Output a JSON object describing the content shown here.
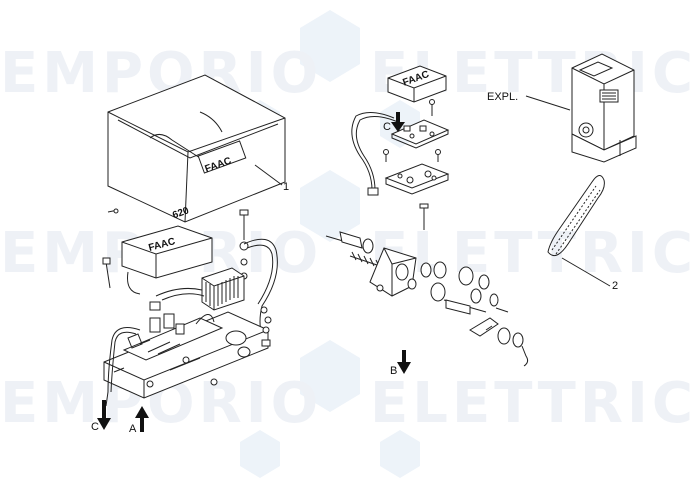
{
  "watermark": {
    "left_word": "EMPORIO",
    "right_word": "ELETTRICO"
  },
  "brand": {
    "logo_text": "FAAC",
    "model_text": "620"
  },
  "labels": {
    "part_1": "1",
    "part_2": "2",
    "exploded": "EXPL.",
    "arrow_a": "A",
    "arrow_b": "B",
    "arrow_c_left": "C",
    "arrow_c_top": "C"
  }
}
